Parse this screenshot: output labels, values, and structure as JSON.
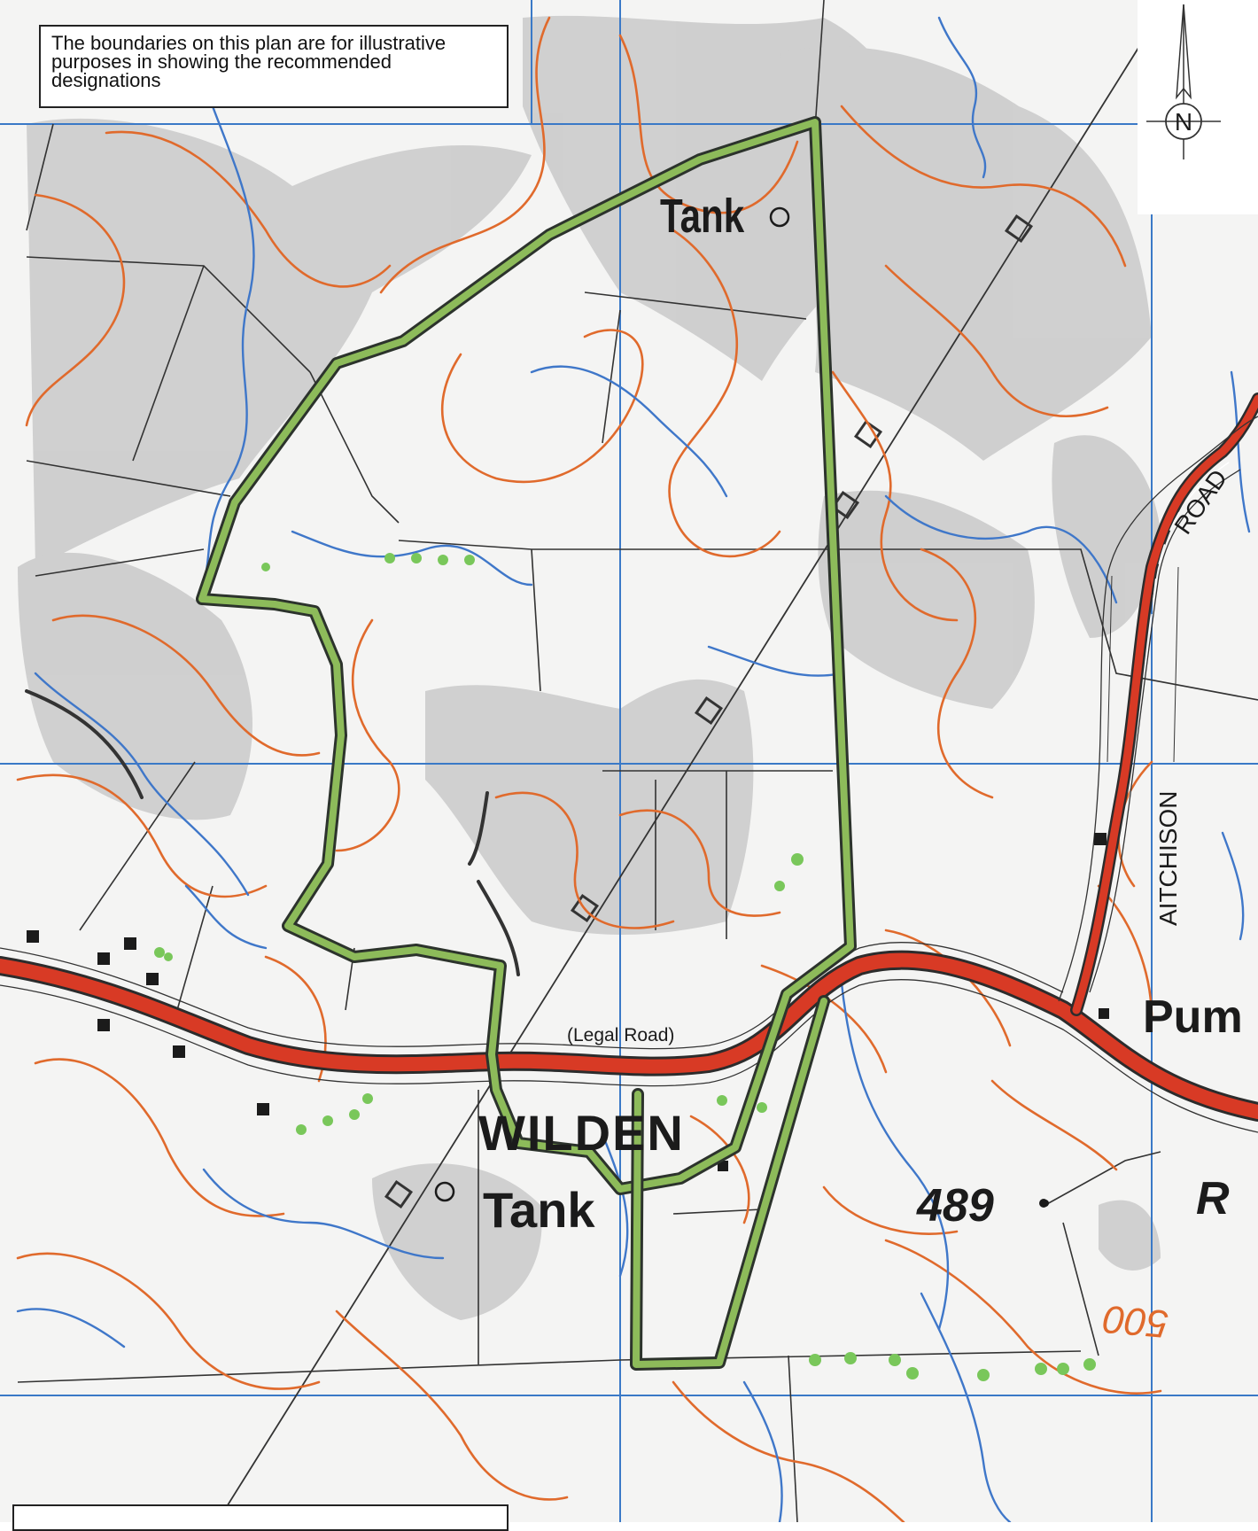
{
  "notice": {
    "text": "The boundaries on this plan are for illustrative purposes in showing the recommended designations"
  },
  "north_arrow": {
    "letter": "N",
    "icon": "north-arrow-icon"
  },
  "labels": {
    "tank_north": "Tank",
    "tank_south": "Tank",
    "wilden": "WILDEN",
    "legal_road": "(Legal Road)",
    "pump": "Pum",
    "elevation_489": "489",
    "contour_500": "500",
    "aitchison": "AITCHISON",
    "road": "ROAD",
    "road_fragment": "R"
  },
  "colors": {
    "boundary_green": "#8dbb5a",
    "boundary_outline": "#2c332c",
    "road_red": "#d83a25",
    "contour_orange": "#e06a2c",
    "stream_blue": "#3f77c9",
    "grid_blue": "#3a79c7",
    "terrain_shade": "#c4c4c4",
    "vegetation_green": "#79c75a"
  }
}
